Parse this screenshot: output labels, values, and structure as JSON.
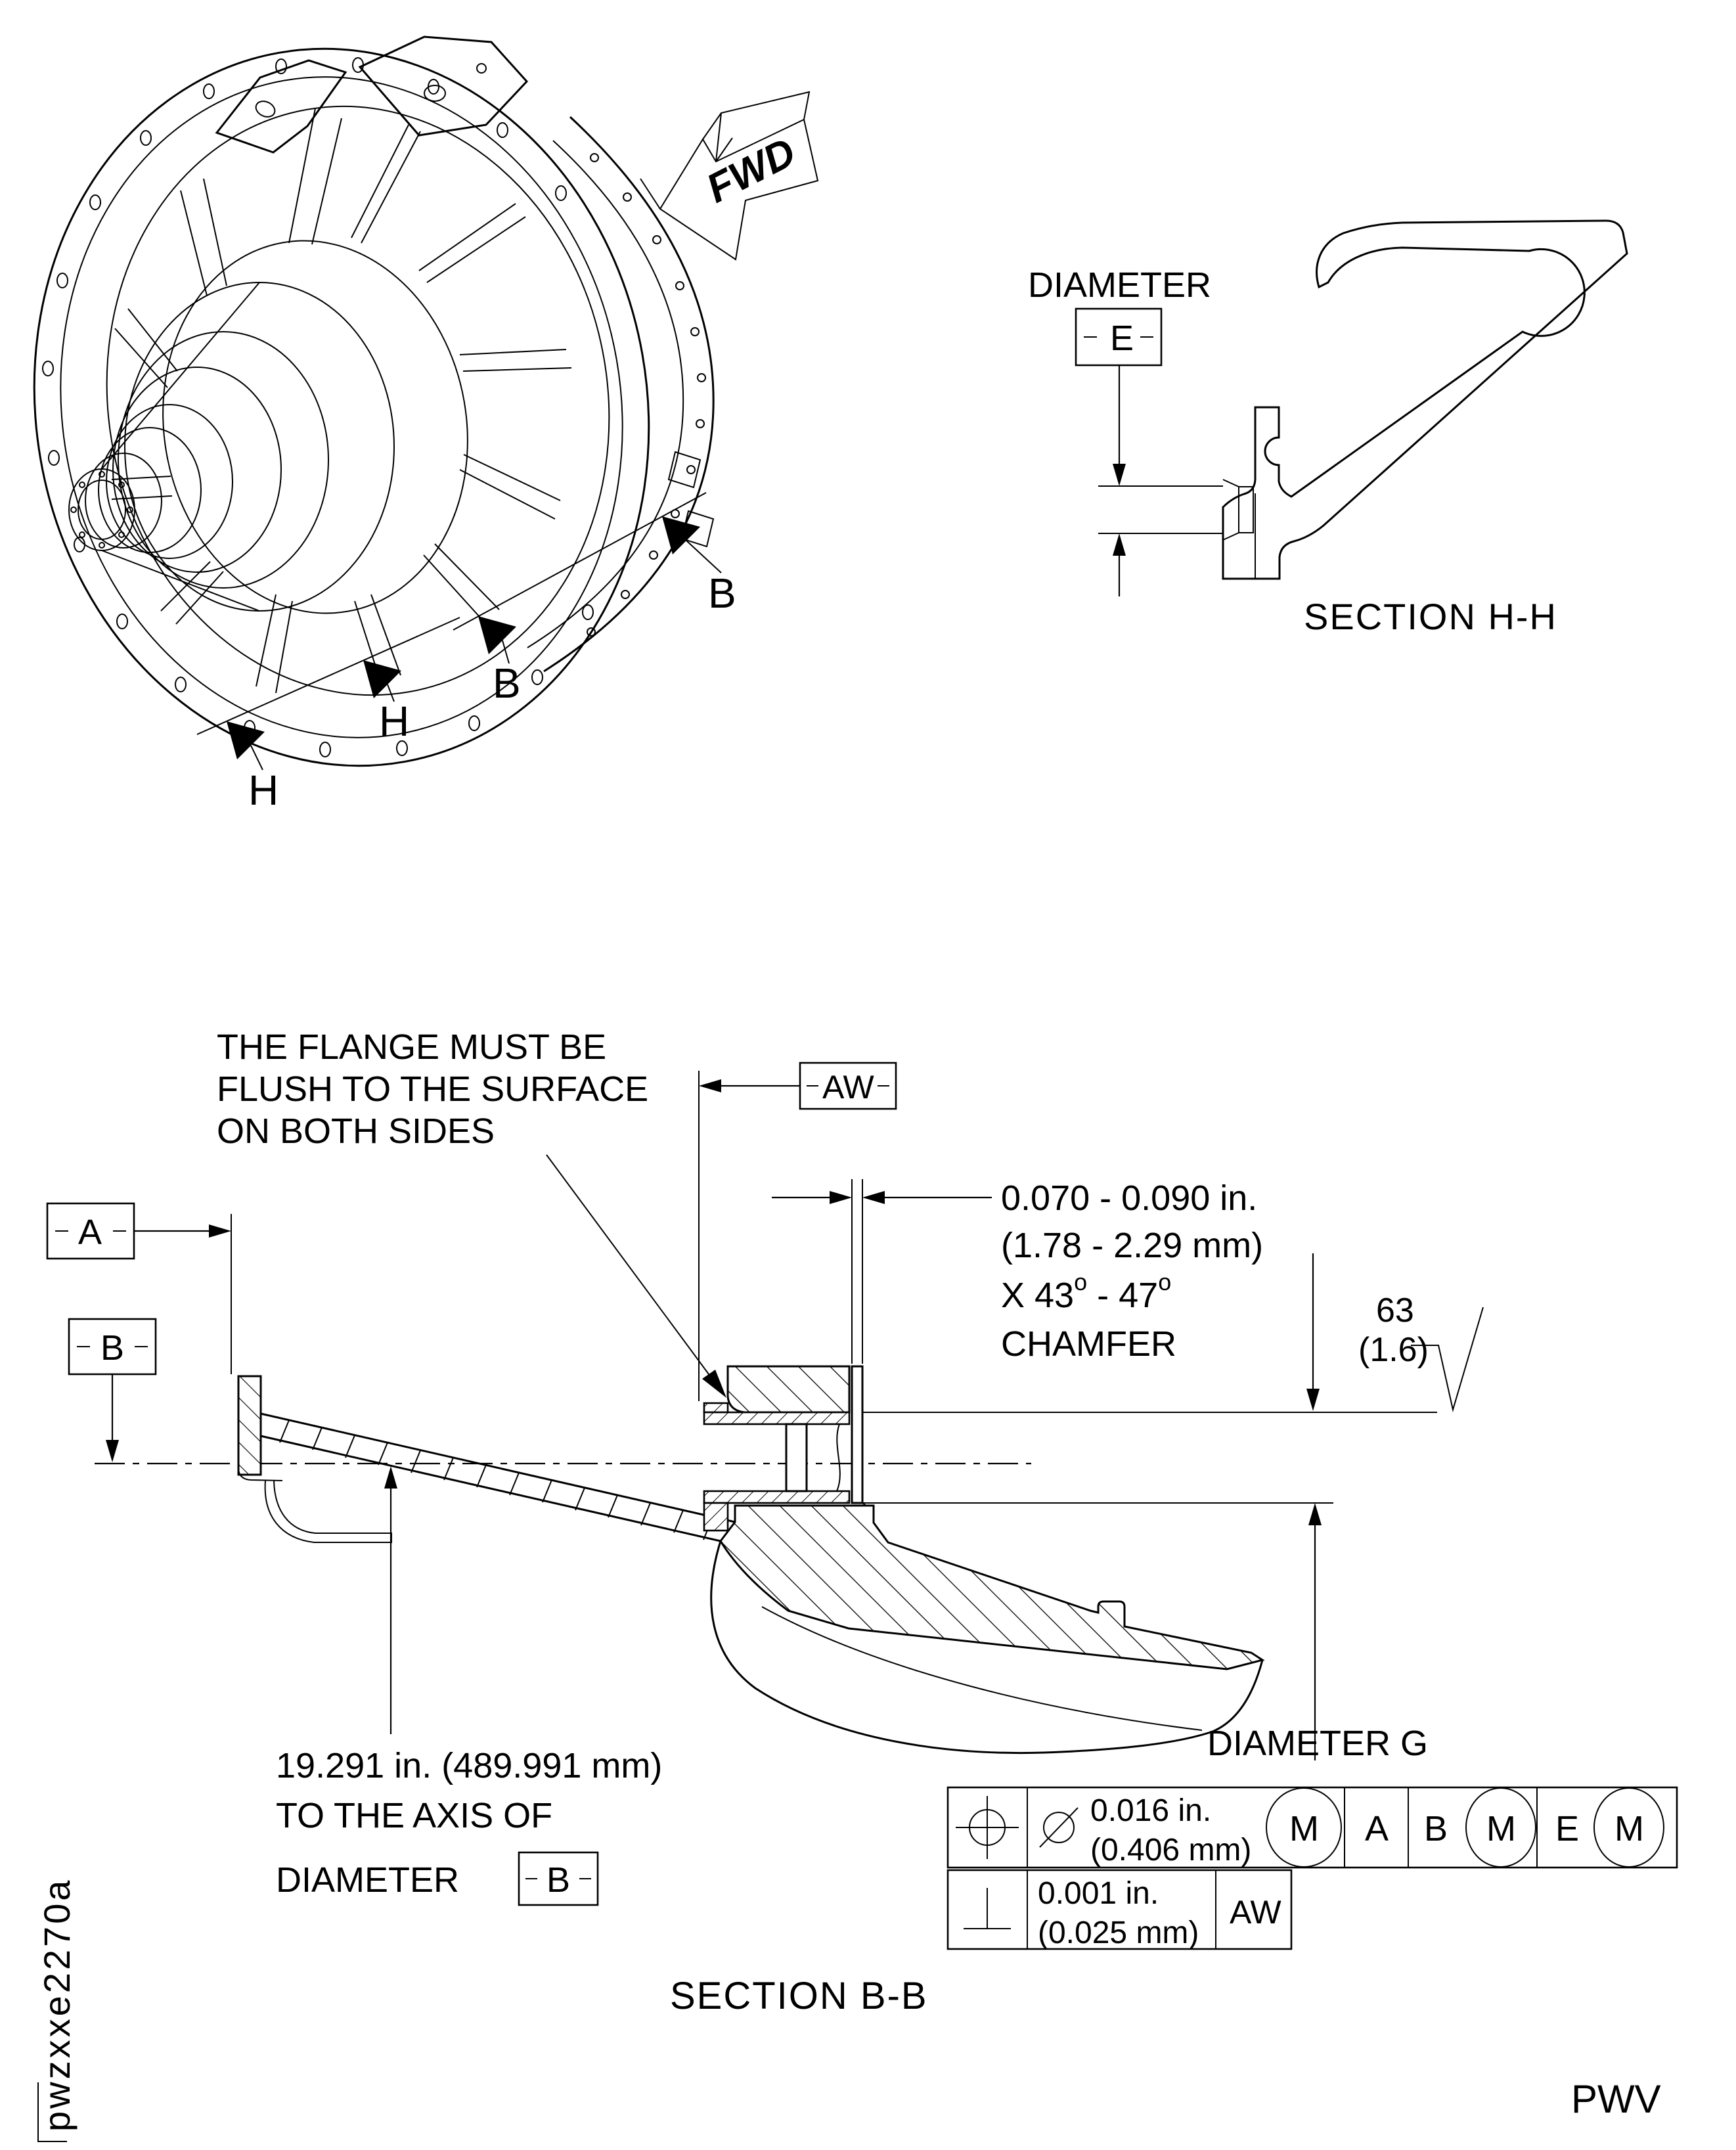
{
  "colors": {
    "ink": "#000000",
    "paper": "#ffffff"
  },
  "footer": {
    "figure_code": "pwzxxe2270a",
    "page_code": "PWV"
  },
  "iso_view": {
    "fwd_label": "FWD",
    "arrow_b1": "B",
    "arrow_b2": "B",
    "arrow_h1": "H",
    "arrow_h2": "H"
  },
  "section_hh": {
    "diameter_label": "DIAMETER",
    "datum_e": "E",
    "title": "SECTION H-H"
  },
  "section_bb": {
    "title": "SECTION B-B",
    "flush_note": {
      "line1": "THE FLANGE MUST BE",
      "line2": "FLUSH TO THE SURFACE",
      "line3": "ON BOTH SIDES"
    },
    "datum_a": "A",
    "datum_b": "B",
    "datum_aw": "AW",
    "chamfer_dim": {
      "line1": "0.070 - 0.090 in.",
      "line2": "(1.78 - 2.29 mm)",
      "line3_prefix": "X 43",
      "line3_sup1": "o",
      "line3_mid": " - 47",
      "line3_sup2": "o",
      "line4": "CHAMFER"
    },
    "surface_finish": {
      "value": "63",
      "metric": "(1.6)"
    },
    "axis_dimension": {
      "line1": "19.291 in. (489.991 mm)",
      "line2": "TO THE AXIS OF",
      "line3": "DIAMETER",
      "datum": "B"
    },
    "diameter_g_label": "DIAMETER G",
    "fcf": {
      "position": {
        "tolerance": "0.016 in.",
        "tolerance_metric": "(0.406 mm)",
        "material_modifier": "M",
        "datum_1": "A",
        "datum_2": "B",
        "datum_2_modifier": "M",
        "datum_3": "E",
        "datum_3_modifier": "M"
      },
      "perpendicularity": {
        "tolerance": "0.001 in.",
        "tolerance_metric": "(0.025 mm)",
        "datum": "AW"
      }
    }
  }
}
